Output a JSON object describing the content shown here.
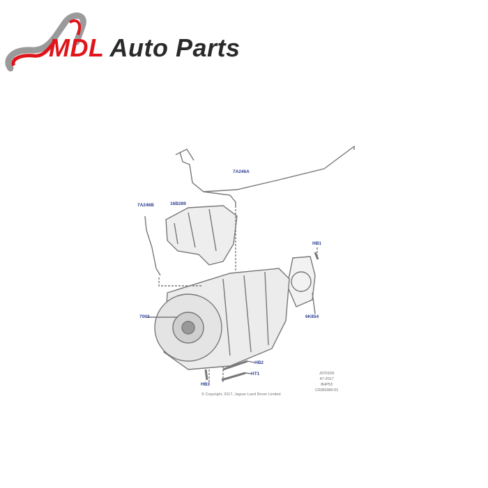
{
  "logo": {
    "brand_red": "MDL",
    "brand_dark": "Auto Parts",
    "colors": {
      "red": "#e0151b",
      "dark": "#2a2a2a",
      "silver": "#9a9a9a"
    }
  },
  "diagram": {
    "callouts": {
      "pipe_a": "7A246A",
      "pipe_b": "7A246B",
      "heat_shield": "16B289",
      "bolt_hb1": "HB1",
      "transmission": "7003",
      "seal_plate": "6K854",
      "bolt_hb2": "HB2",
      "bolt_ht1": "HT1",
      "bolt_hb3": "HB3"
    },
    "reference": [
      "J07010S",
      "47-2017",
      "8HP53",
      "C0281580-01"
    ],
    "copyright": "© Copyright, 2017, Jaguar Land Rover Limited"
  }
}
